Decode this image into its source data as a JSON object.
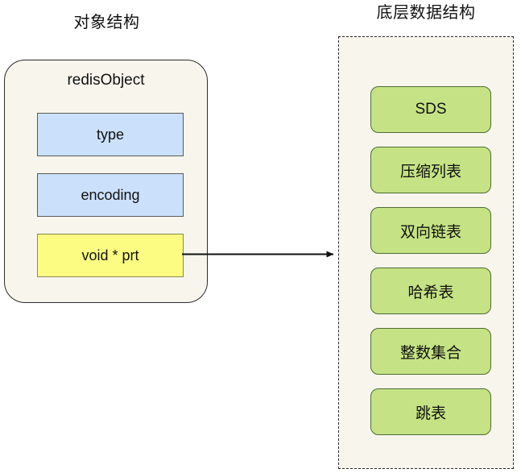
{
  "diagram": {
    "title_left": "对象结构",
    "title_right": "底层数据结构",
    "colors": {
      "card_bg": "#f7f5ec",
      "panel_bg": "#f7f5ec",
      "field_blue": "#cbe1fb",
      "field_yellow": "#fcfc82",
      "ds_green": "#c5e384",
      "stroke": "#2b2b2b"
    },
    "object_card": {
      "title": "redisObject",
      "fields": [
        {
          "label": "type",
          "color": "blue"
        },
        {
          "label": "encoding",
          "color": "blue"
        },
        {
          "label": "void * prt",
          "color": "yellow"
        }
      ]
    },
    "connector": {
      "from": "void * prt",
      "to": "底层数据结构",
      "style": "solid-arrow"
    },
    "data_structures": [
      {
        "label": "SDS"
      },
      {
        "label": "压缩列表"
      },
      {
        "label": "双向链表"
      },
      {
        "label": "哈希表"
      },
      {
        "label": "整数集合"
      },
      {
        "label": "跳表"
      }
    ]
  }
}
